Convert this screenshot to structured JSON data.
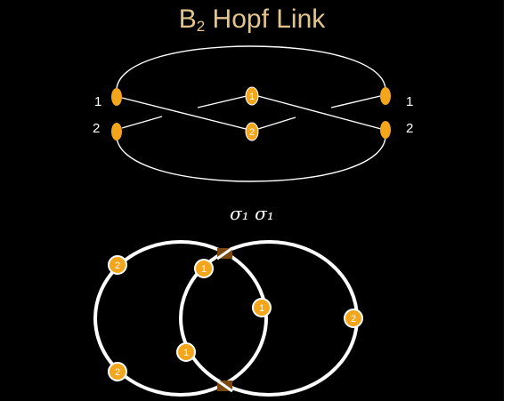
{
  "title": {
    "main": "B",
    "subscript": "2",
    "rest": " Hopf Link"
  },
  "braid_word": "σ₁ σ₁",
  "left_labels": [
    "1",
    "2"
  ],
  "right_labels": [
    "1",
    "2"
  ],
  "mid_labels": [
    "1",
    "2"
  ],
  "link_labels": {
    "left_circle_top": "2",
    "left_circle_bottom": "2",
    "crossing_top": "1",
    "right_circle_inner": "1",
    "left_circle_inner": "1",
    "right_circle_outer": "2"
  },
  "colors": {
    "background": "#000000",
    "title": "#e3c48d",
    "strand": "#ffffff",
    "bead": "#f3a51b",
    "crossing_marker": "#7a4a12"
  }
}
